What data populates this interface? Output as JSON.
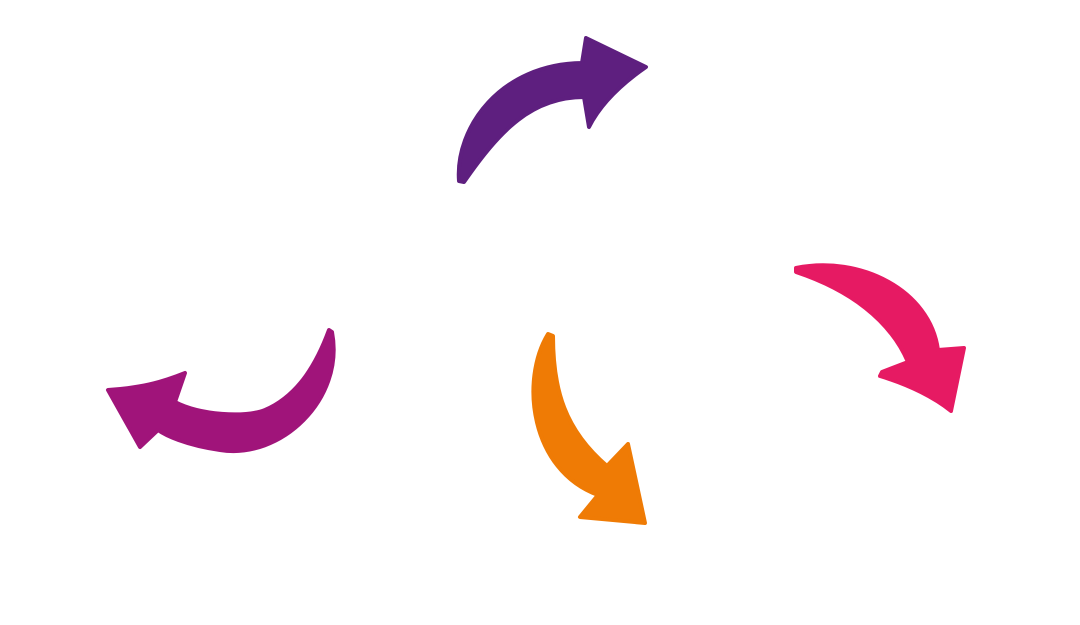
{
  "arrows": [
    {
      "name": "top-arrow",
      "color": "#5E1F7F",
      "direction": "clockwise-right"
    },
    {
      "name": "right-arrow",
      "color": "#E61A63",
      "direction": "clockwise-down"
    },
    {
      "name": "bottom-arrow",
      "color": "#EF7B05",
      "direction": "down-right"
    },
    {
      "name": "left-arrow",
      "color": "#A0147A",
      "direction": "clockwise-left"
    }
  ]
}
